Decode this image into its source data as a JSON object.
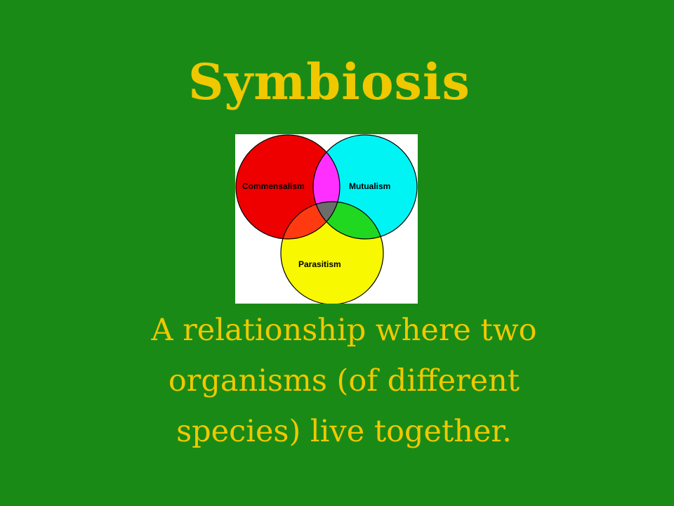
{
  "slide": {
    "title": "Symbiosis",
    "description_lines": [
      "A relationship where two",
      "organisms (of different",
      "species) live together."
    ]
  },
  "venn": {
    "labels": {
      "commensalism": "Commensalism",
      "mutualism": "Mutualism",
      "parasitism": "Parasitism"
    },
    "colors": {
      "commensalism": "#ee0000",
      "mutualism": "#00f4f4",
      "parasitism": "#f8f800",
      "commensalism_mutualism_overlap": "#ff30ff",
      "commensalism_parasitism_overlap": "#ff3a10",
      "mutualism_parasitism_overlap": "#20d820",
      "center_overlap": "#6c6c6c"
    }
  },
  "colors": {
    "background": "#1a8a16",
    "text": "#f0c800"
  }
}
